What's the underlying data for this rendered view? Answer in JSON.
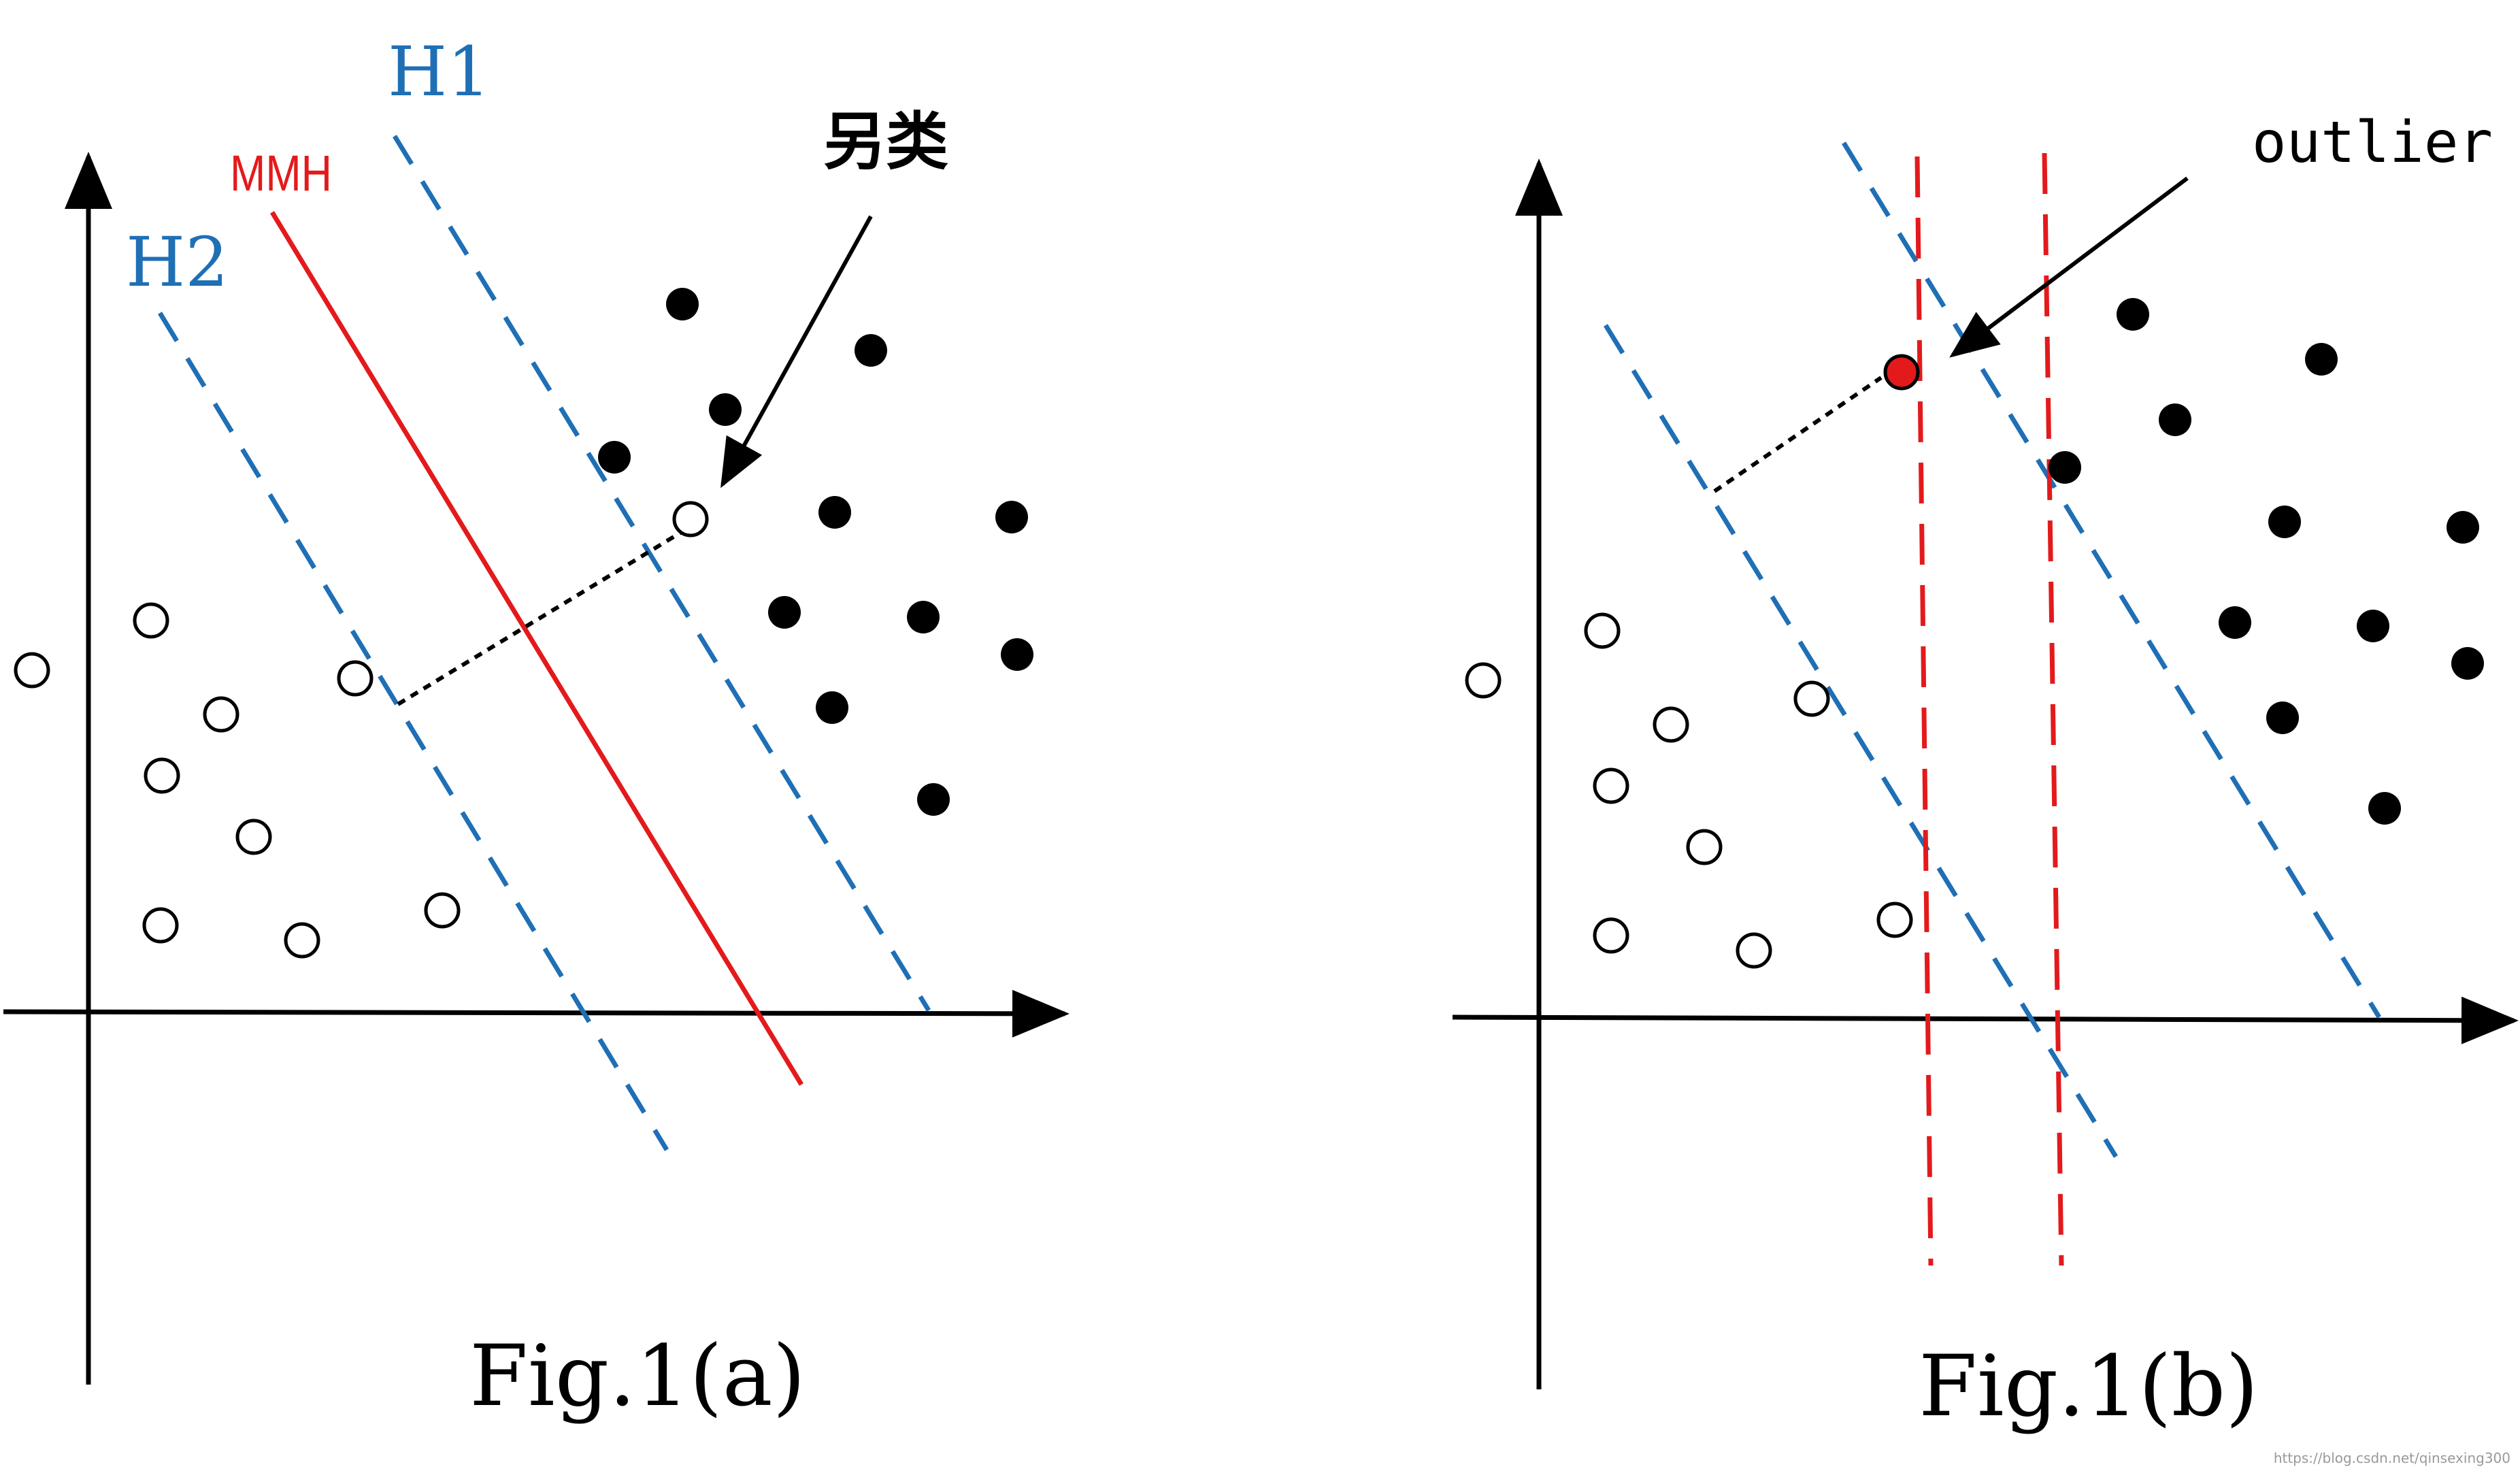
{
  "colors": {
    "axis": "#000000",
    "margin_lines": "#1f6fb5",
    "mmh_line": "#e31a1c",
    "outlier_fill": "#e31a1c",
    "point_stroke": "#000000",
    "filled_point": "#000000",
    "open_point": "#ffffff"
  },
  "panel_a": {
    "caption": "Fig.1(a)",
    "labels": {
      "h1": "H1",
      "h2": "H2",
      "mmh": "MMH",
      "annotation": "另类"
    }
  },
  "panel_b": {
    "caption": "Fig.1(b)",
    "labels": {
      "annotation": "outlier"
    }
  },
  "watermark": "https://blog.csdn.net/qinsexing300"
}
